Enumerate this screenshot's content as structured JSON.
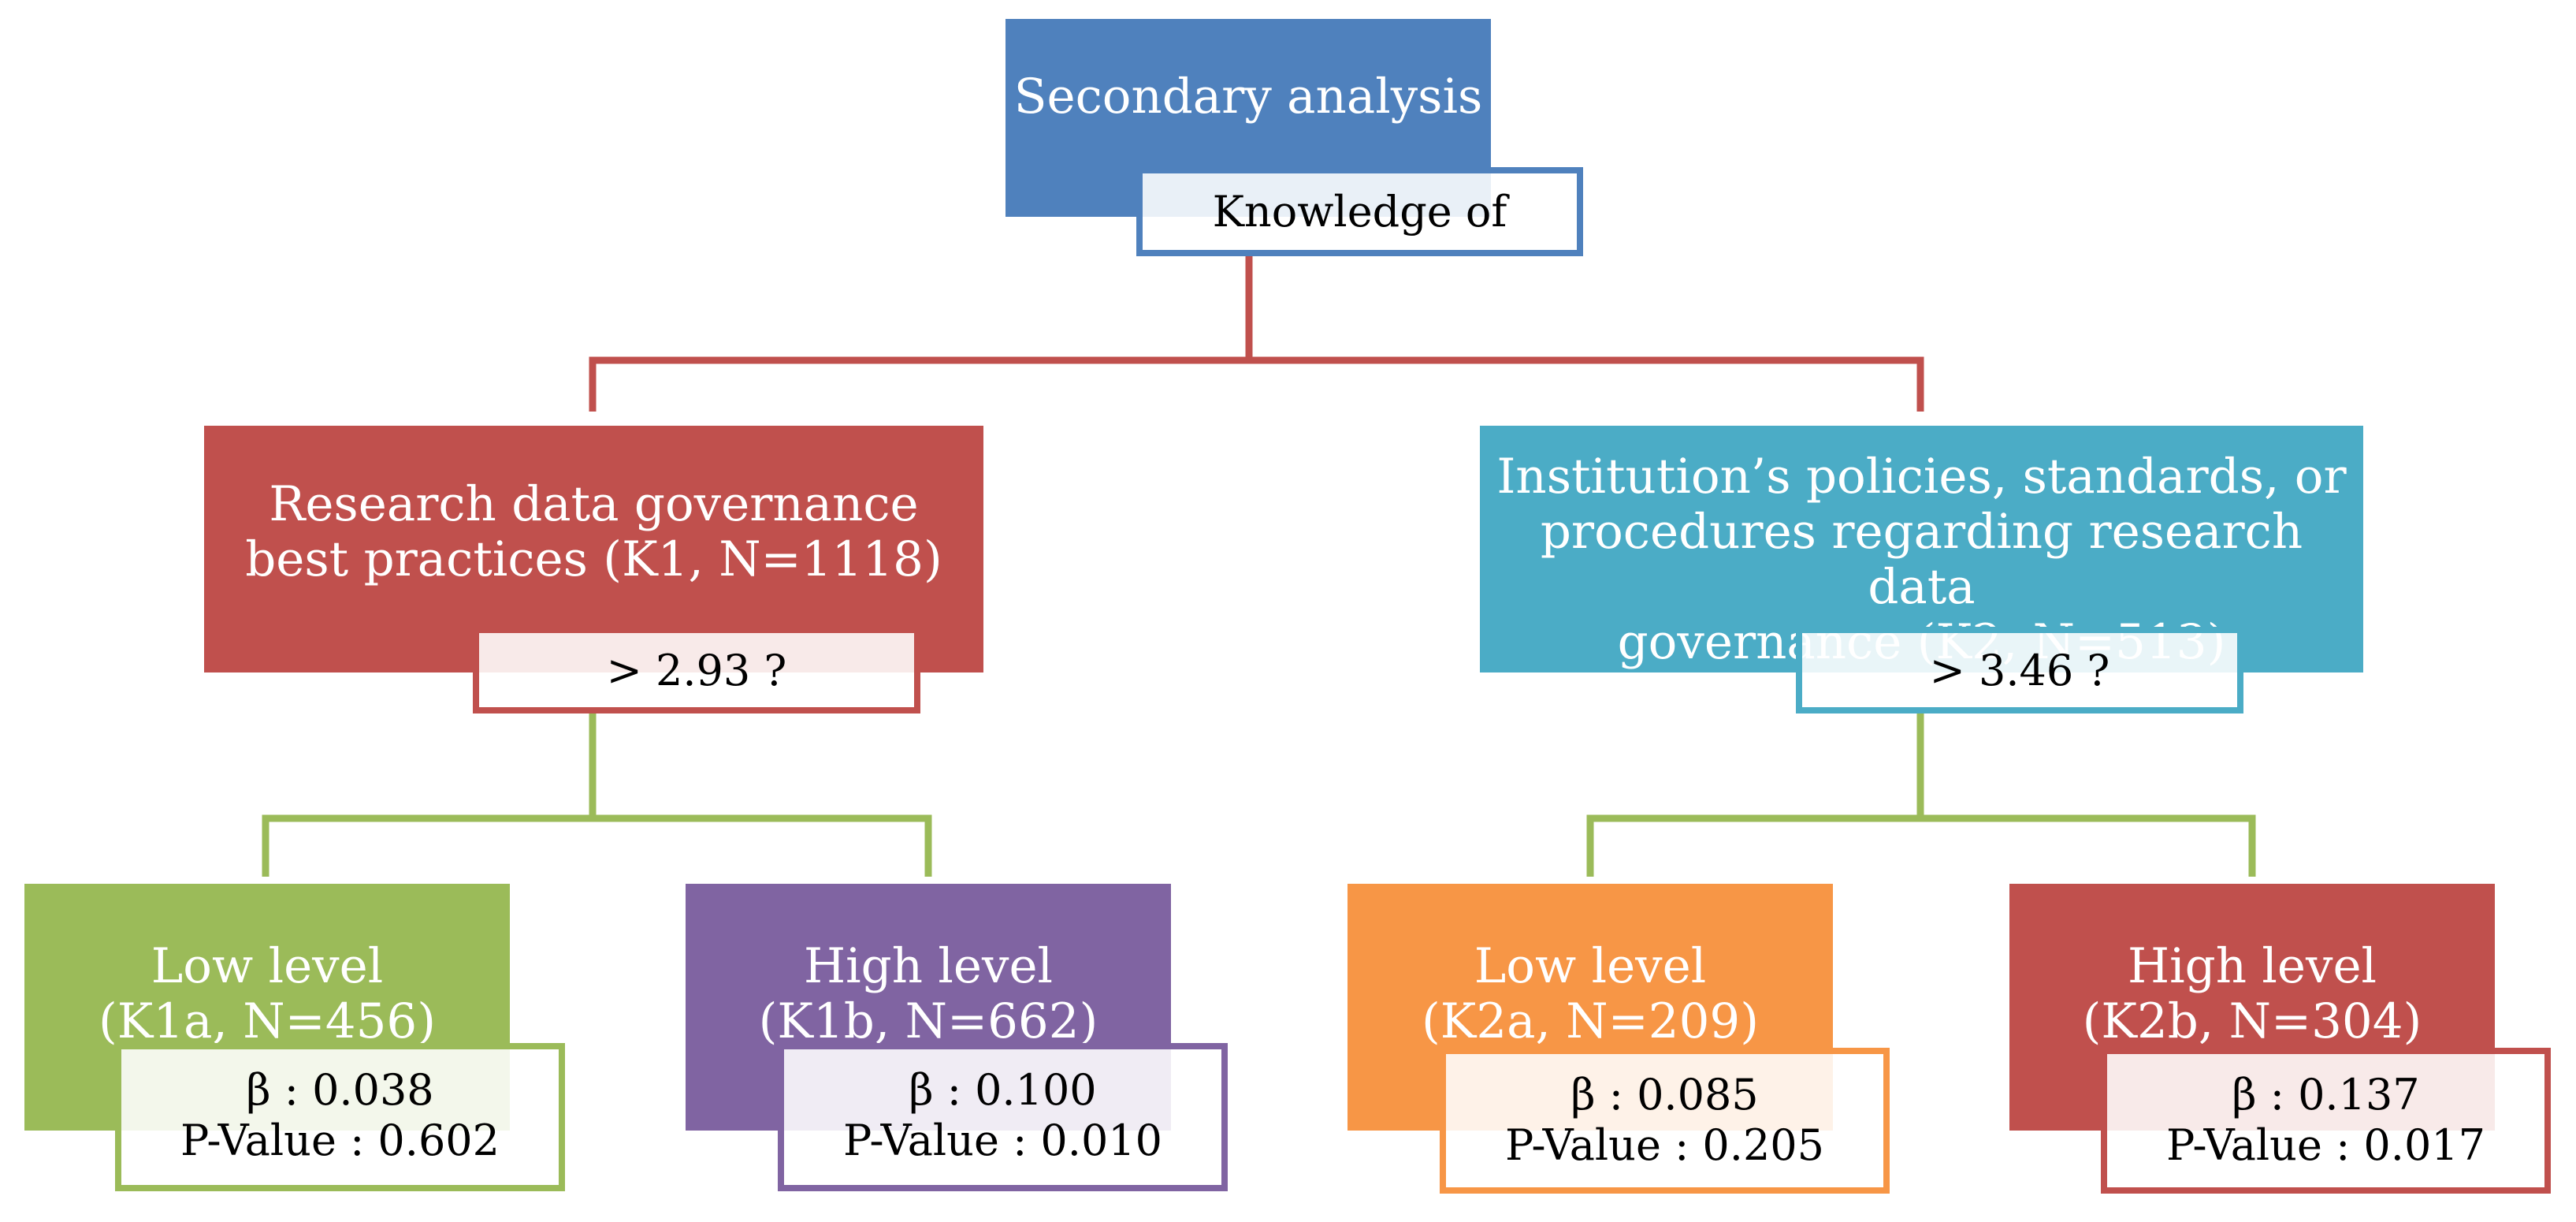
{
  "colors": {
    "blue": "#4F81BD",
    "red": "#C0504D",
    "teal": "#4BACC6",
    "green": "#9BBB59",
    "purple": "#8064A2",
    "orange": "#F79646",
    "connector_top": "#C0504D",
    "connector_bottom": "#9BBB59"
  },
  "root": {
    "title": "Secondary analysis",
    "sub": "Knowledge of"
  },
  "k1": {
    "title": "Research data governance\nbest practices (K1, N=1118)",
    "threshold": "> 2.93 ?"
  },
  "k2": {
    "title": "Institution’s policies, standards, or\nprocedures regarding research data\ngovernance (K2, N=513)",
    "threshold": "> 3.46 ?"
  },
  "leaves": [
    {
      "title": "Low level\n(K1a, N=456)",
      "beta": "β : 0.038",
      "pvalue": "P-Value : 0.602"
    },
    {
      "title": "High level\n(K1b, N=662)",
      "beta": "β : 0.100",
      "pvalue": "P-Value : 0.010"
    },
    {
      "title": "Low level\n(K2a, N=209)",
      "beta": "β : 0.085",
      "pvalue": "P-Value : 0.205"
    },
    {
      "title": "High level\n(K2b, N=304)",
      "beta": "β : 0.137",
      "pvalue": "P-Value : 0.017"
    }
  ]
}
